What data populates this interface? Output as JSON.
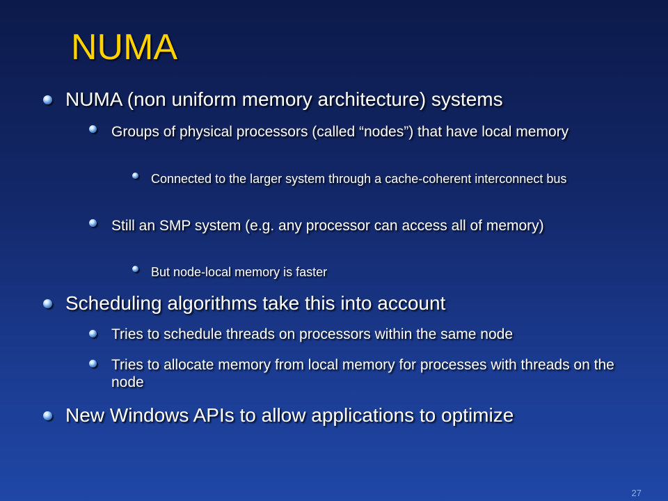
{
  "slide": {
    "title": "NUMA",
    "page_number": "27",
    "bullet_color": "#8fc0ff",
    "title_color": "#ffd200",
    "bullets": {
      "b1": "NUMA (non uniform memory architecture) systems",
      "b1_1": "Groups of physical processors (called “nodes”) that have local memory",
      "b1_1_1": "Connected to the larger system through a cache-coherent interconnect bus",
      "b1_2": "Still an SMP system (e.g. any processor can access all of memory)",
      "b1_2_1": "But node-local memory is faster",
      "b2": "Scheduling algorithms take this into account",
      "b2_1": "Tries to schedule threads on processors within the same node",
      "b2_2": "Tries to allocate memory from local memory for processes with threads on the node",
      "b3": "New Windows APIs to allow applications to optimize"
    }
  }
}
